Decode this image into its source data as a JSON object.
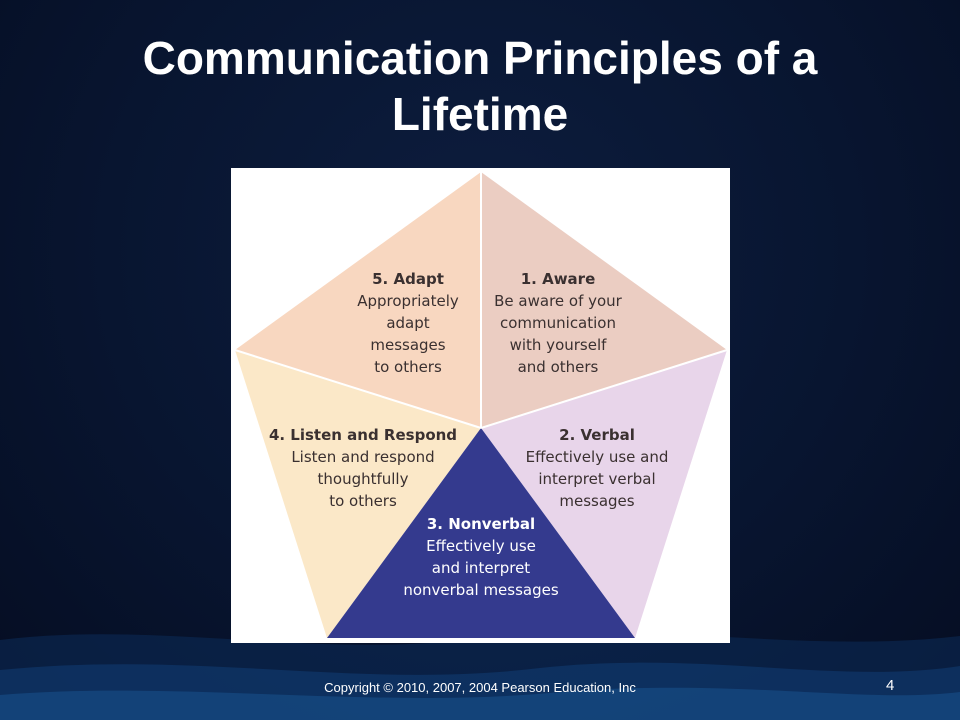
{
  "title": {
    "line1": "Communication Principles of a",
    "line2": "Lifetime"
  },
  "segments": [
    {
      "id": "adapt",
      "heading": "5. Adapt",
      "lines": [
        "Appropriately",
        "adapt",
        "messages",
        "to others"
      ],
      "color": "#f8d7c0"
    },
    {
      "id": "aware",
      "heading": "1. Aware",
      "lines": [
        "Be aware of your",
        "communication",
        "with yourself",
        "and others"
      ],
      "color": "#ebcdc2"
    },
    {
      "id": "verbal",
      "heading": "2. Verbal",
      "lines": [
        "Effectively use and",
        "interpret verbal",
        "messages"
      ],
      "color": "#e8d5ea"
    },
    {
      "id": "nonverbal",
      "heading": "3. Nonverbal",
      "lines": [
        "Effectively use",
        "and interpret",
        "nonverbal messages"
      ],
      "color": "#343a8e"
    },
    {
      "id": "listen",
      "heading": "4. Listen and Respond",
      "lines": [
        "Listen and respond",
        "thoughtfully",
        "to others"
      ],
      "color": "#fbe8c8"
    }
  ],
  "footer": {
    "copyright": "Copyright © 2010, 2007, 2004 Pearson Education, Inc",
    "page_number": "4"
  }
}
